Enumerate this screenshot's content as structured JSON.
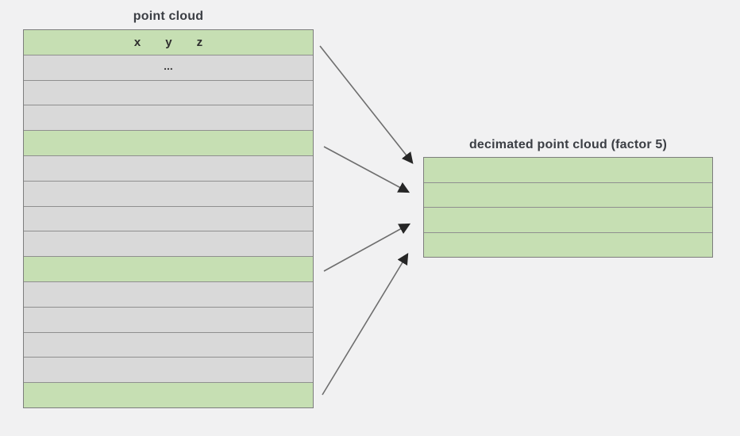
{
  "page": {
    "background": "#f1f1f2"
  },
  "colors": {
    "green_fill": "#c6dfb3",
    "gray_fill": "#d9d9d9",
    "row_border": "#8f8f8f",
    "arrow_line": "#6e6e6e",
    "arrow_head": "#262626",
    "title_text": "#3b3e44"
  },
  "left_table": {
    "title": "point cloud",
    "header_columns": [
      "x",
      "y",
      "z"
    ],
    "ellipsis": "...",
    "rows": [
      "green",
      "gray",
      "gray",
      "gray",
      "green",
      "gray",
      "gray",
      "gray",
      "gray",
      "green",
      "gray",
      "gray",
      "gray",
      "gray",
      "green"
    ]
  },
  "right_table": {
    "title": "decimated point cloud (factor 5)",
    "rows": [
      "green",
      "green",
      "green",
      "green"
    ]
  },
  "arrows": [
    {
      "from_row": 1,
      "to_row": 1
    },
    {
      "from_row": 5,
      "to_row": 2
    },
    {
      "from_row": 10,
      "to_row": 3
    },
    {
      "from_row": 15,
      "to_row": 4
    }
  ]
}
